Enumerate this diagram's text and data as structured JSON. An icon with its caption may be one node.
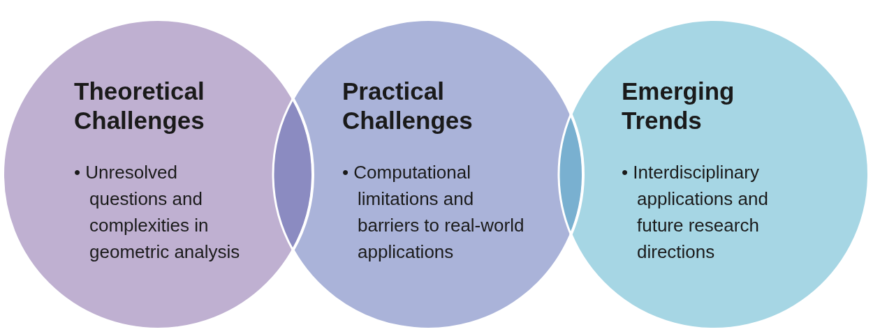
{
  "diagram": {
    "nodes": [
      {
        "text": [
          "Theoretical Challenges",
          "• Unresolved questions and complexities in geometric analysis"
        ]
      },
      {
        "text": [
          "Practical Challenges",
          "• Computational limitations and barriers to real-world applications"
        ]
      },
      {
        "text": [
          "Emerging Trends",
          "• Interdisciplinary applications and future research directions"
        ]
      }
    ]
  }
}
